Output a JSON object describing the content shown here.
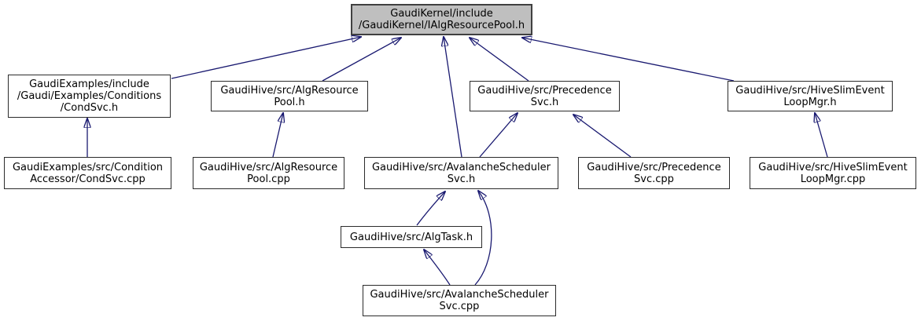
{
  "diagram": {
    "edge_color": "#191970",
    "node_fill": "#ffffff",
    "node_border_color": "#2b2b2b",
    "highlight_fill": "#bfbfbf",
    "nodes": {
      "ialgresourcepool_h": {
        "label": "GaudiKernel/include\n/GaudiKernel/IAlgResourcePool.h",
        "highlighted": true
      },
      "condsvc_h": {
        "label": "GaudiExamples/include\n/Gaudi/Examples/Conditions\n/CondSvc.h",
        "highlighted": false
      },
      "algresourcepool_h": {
        "label": "GaudiHive/src/AlgResource\nPool.h",
        "highlighted": false
      },
      "precedencesvc_h": {
        "label": "GaudiHive/src/Precedence\nSvc.h",
        "highlighted": false
      },
      "hiveslimeventloopmgr_h": {
        "label": "GaudiHive/src/HiveSlimEvent\nLoopMgr.h",
        "highlighted": false
      },
      "condsvc_cpp": {
        "label": "GaudiExamples/src/Condition\nAccessor/CondSvc.cpp",
        "highlighted": false
      },
      "algresourcepool_cpp": {
        "label": "GaudiHive/src/AlgResource\nPool.cpp",
        "highlighted": false
      },
      "avalancheschedulersvc_h": {
        "label": "GaudiHive/src/AvalancheScheduler\nSvc.h",
        "highlighted": false
      },
      "precedencesvc_cpp": {
        "label": "GaudiHive/src/Precedence\nSvc.cpp",
        "highlighted": false
      },
      "hiveslimeventloopmgr_cpp": {
        "label": "GaudiHive/src/HiveSlimEvent\nLoopMgr.cpp",
        "highlighted": false
      },
      "algtask_h": {
        "label": "GaudiHive/src/AlgTask.h",
        "highlighted": false
      },
      "avalancheschedulersvc_cpp": {
        "label": "GaudiHive/src/AvalancheScheduler\nSvc.cpp",
        "highlighted": false
      }
    },
    "edges": [
      {
        "from": "condsvc_h",
        "to": "ialgresourcepool_h"
      },
      {
        "from": "algresourcepool_h",
        "to": "ialgresourcepool_h"
      },
      {
        "from": "precedencesvc_h",
        "to": "ialgresourcepool_h"
      },
      {
        "from": "hiveslimeventloopmgr_h",
        "to": "ialgresourcepool_h"
      },
      {
        "from": "avalancheschedulersvc_h",
        "to": "ialgresourcepool_h"
      },
      {
        "from": "condsvc_cpp",
        "to": "condsvc_h"
      },
      {
        "from": "algresourcepool_cpp",
        "to": "algresourcepool_h"
      },
      {
        "from": "avalancheschedulersvc_h",
        "to": "precedencesvc_h"
      },
      {
        "from": "precedencesvc_cpp",
        "to": "precedencesvc_h"
      },
      {
        "from": "hiveslimeventloopmgr_cpp",
        "to": "hiveslimeventloopmgr_h"
      },
      {
        "from": "algtask_h",
        "to": "avalancheschedulersvc_h"
      },
      {
        "from": "avalancheschedulersvc_cpp",
        "to": "algtask_h"
      },
      {
        "from": "avalancheschedulersvc_cpp",
        "to": "avalancheschedulersvc_h"
      }
    ]
  }
}
